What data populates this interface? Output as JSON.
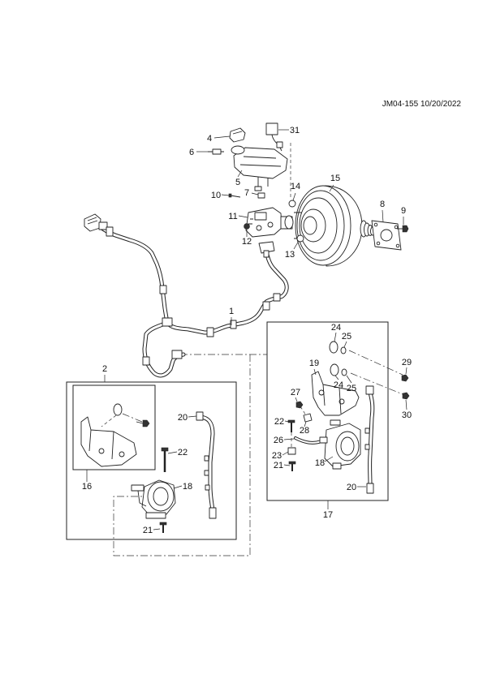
{
  "header": {
    "code": "JM04-155 10/20/2022"
  },
  "callouts": [
    "31",
    "4",
    "6",
    "5",
    "14",
    "15",
    "10",
    "7",
    "8",
    "9",
    "11",
    "12",
    "13",
    "1",
    "2",
    "24",
    "25",
    "19",
    "29",
    "24",
    "25",
    "27",
    "30",
    "22",
    "28",
    "26",
    "23",
    "21",
    "18",
    "20",
    "17",
    "20",
    "22",
    "18",
    "16",
    "21"
  ]
}
